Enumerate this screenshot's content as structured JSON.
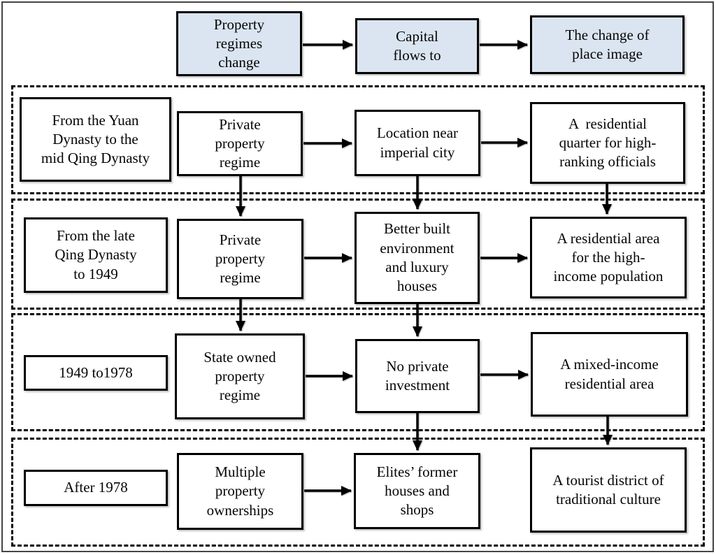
{
  "figure": {
    "header": [
      {
        "id": "property-regimes-change",
        "label": "Property\nregimes\nchange"
      },
      {
        "id": "capital-flows-to",
        "label": "Capital\nflows to"
      },
      {
        "id": "change-of-place-image",
        "label": "The change of\nplace image"
      }
    ],
    "rows": [
      {
        "period": "From the Yuan\nDynasty to the\nmid Qing Dynasty",
        "regime": "Private\nproperty\nregime",
        "capital": "Location near\nimperial city",
        "place_image": "A  residential\nquarter for high-\nranking officials"
      },
      {
        "period": "From the late\nQing Dynasty\nto 1949",
        "regime": "Private\nproperty\nregime",
        "capital": "Better built\nenvironment\nand luxury\nhouses",
        "place_image": "A residential area\nfor the high-\nincome population"
      },
      {
        "period": "1949 to1978",
        "regime": "State owned\nproperty\nregime",
        "capital": "No private\ninvestment",
        "place_image": "A mixed-income\nresidential area"
      },
      {
        "period": "After 1978",
        "regime": "Multiple\nproperty\nownerships",
        "capital": "Elites’ former\nhouses and\nshops",
        "place_image": "A tourist district of\ntraditional culture"
      }
    ],
    "edges": [
      [
        "header.property-regimes-change",
        "header.capital-flows-to"
      ],
      [
        "header.capital-flows-to",
        "header.change-of-place-image"
      ],
      [
        "row1.regime",
        "row1.capital"
      ],
      [
        "row1.capital",
        "row1.place_image"
      ],
      [
        "row2.regime",
        "row2.capital"
      ],
      [
        "row2.capital",
        "row2.place_image"
      ],
      [
        "row3.regime",
        "row3.capital"
      ],
      [
        "row3.capital",
        "row3.place_image"
      ],
      [
        "row4.regime",
        "row4.capital"
      ],
      [
        "row1.regime",
        "row2.regime"
      ],
      [
        "row2.regime",
        "row3.regime"
      ],
      [
        "row1.capital",
        "row2.capital"
      ],
      [
        "row2.capital",
        "row3.capital"
      ],
      [
        "row3.capital",
        "row4.capital"
      ],
      [
        "row1.place_image",
        "row2.place_image"
      ],
      [
        "row3.place_image",
        "row4.place_image"
      ]
    ],
    "colors": {
      "header_box_fill": "#dbe5f1",
      "flow_box_fill": "#ffffff",
      "line_color": "#000000",
      "outer_frame": "#454545"
    }
  }
}
